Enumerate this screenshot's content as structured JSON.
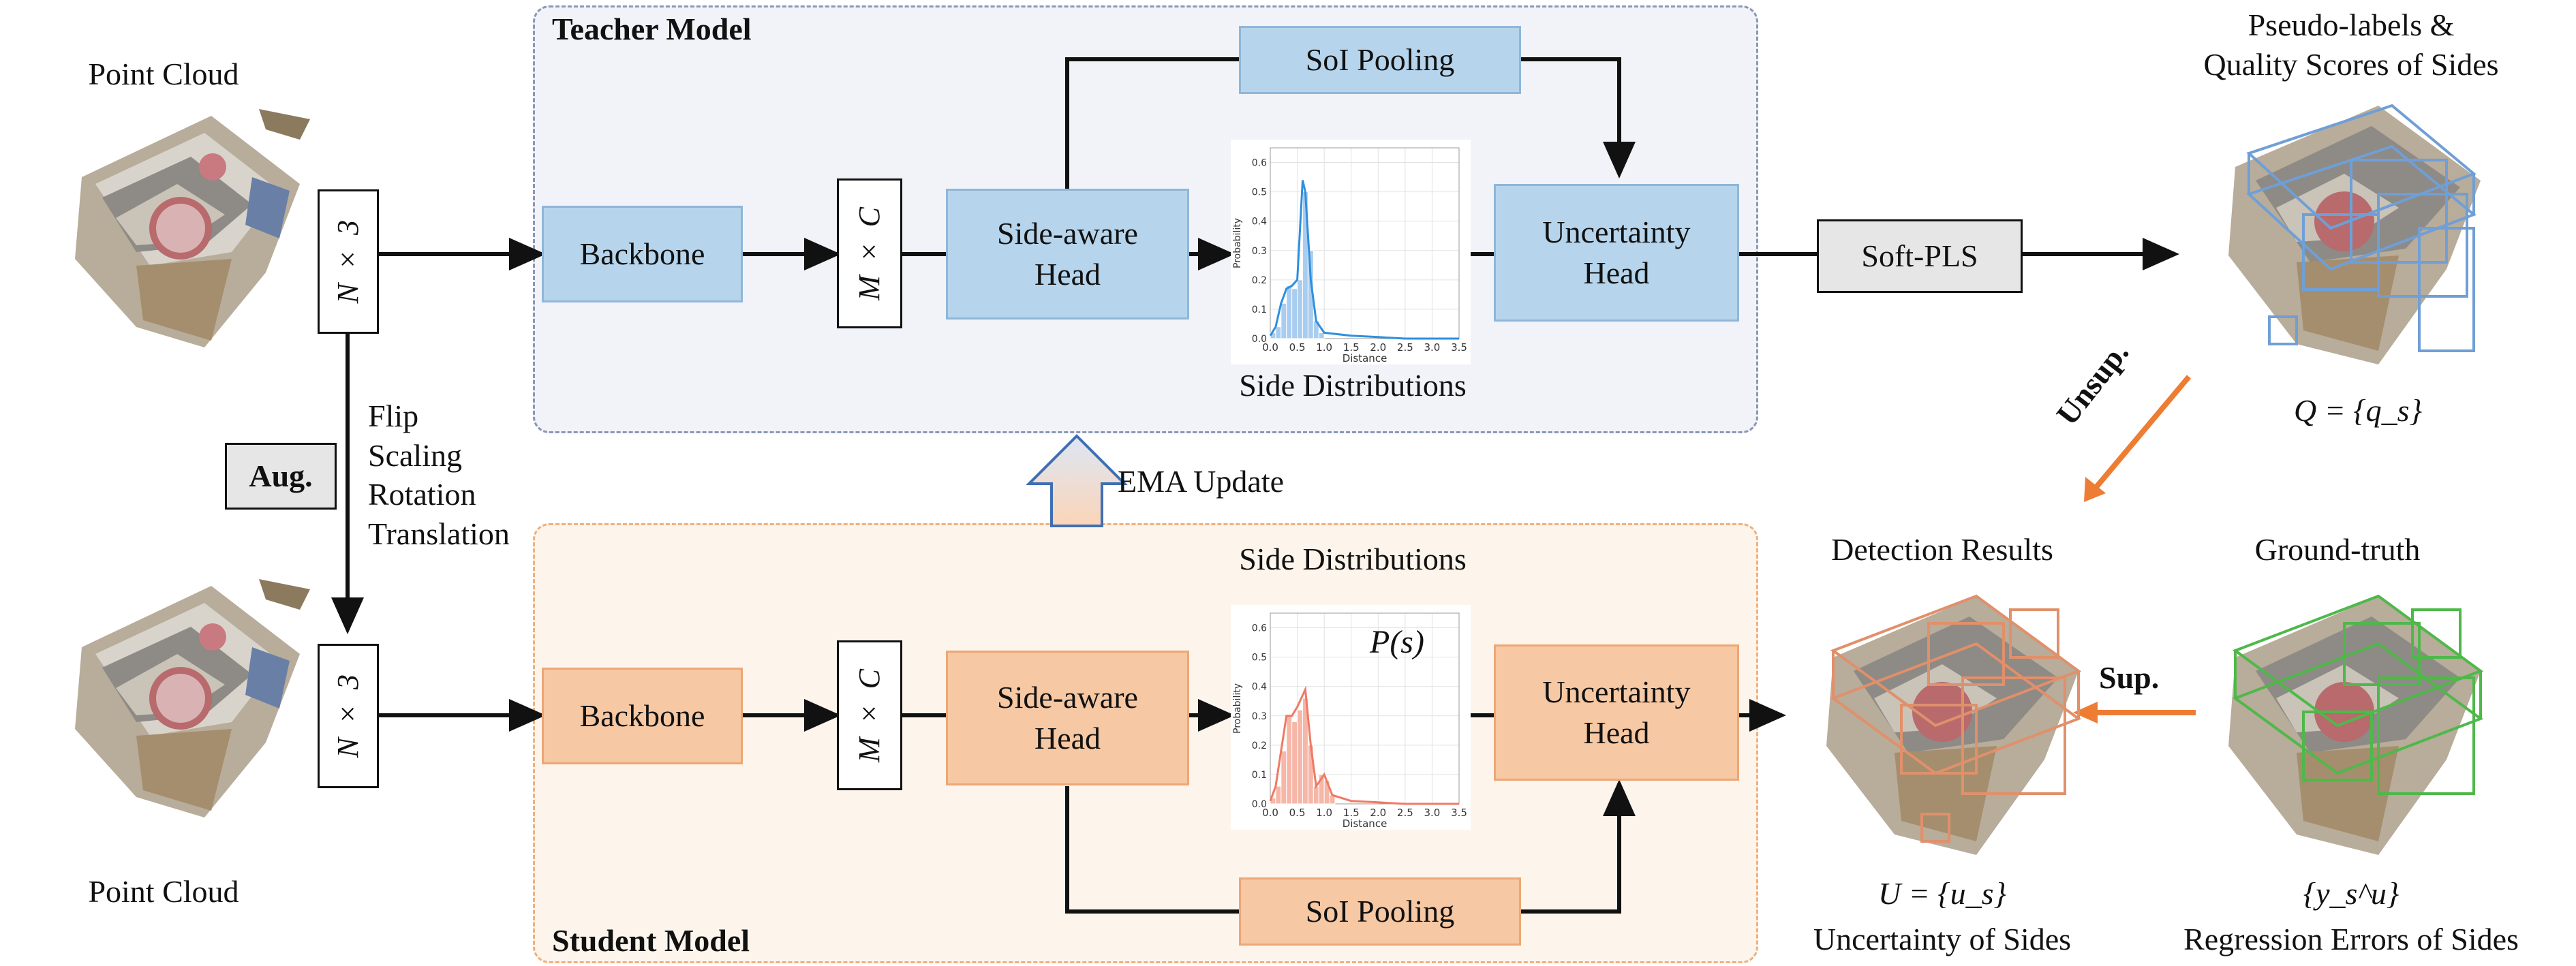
{
  "teacher": {
    "title": "Teacher Model",
    "soi_pooling": "SoI Pooling",
    "backbone": "Backbone",
    "feature_dim": "M × C",
    "head_line1": "Side-aware",
    "head_line2": "Head",
    "uncertainty_line1": "Uncertainty",
    "uncertainty_line2": "Head",
    "distribution_label": "Side Distributions"
  },
  "student": {
    "title": "Student Model",
    "soi_pooling": "SoI Pooling",
    "backbone": "Backbone",
    "feature_dim": "M × C",
    "head_line1": "Side-aware",
    "head_line2": "Head",
    "uncertainty_line1": "Uncertainty",
    "uncertainty_line2": "Head",
    "distribution_label": "Side Distributions",
    "ps_label": "P(s)"
  },
  "inputs": {
    "point_cloud_top": "Point Cloud",
    "point_cloud_bottom": "Point Cloud",
    "input_dim_top": "N × 3",
    "input_dim_bottom": "N × 3",
    "aug_label": "Aug.",
    "aug_ops": [
      "Flip",
      "Scaling",
      "Rotation",
      "Translation"
    ]
  },
  "ema_update": "EMA Update",
  "soft_pls": "Soft-PLS",
  "outputs": {
    "pseudo_title_line1": "Pseudo-labels &",
    "pseudo_title_line2": "Quality Scores of Sides",
    "quality_formula": "Q = {q_s}",
    "unsup": "Unsup.",
    "detection_title": "Detection Results",
    "uncertainty_formula": "U = {u_s}",
    "uncertainty_caption": "Uncertainty of Sides",
    "gt_title": "Ground-truth",
    "sup": "Sup.",
    "gt_formula": "{y_s^u}",
    "gt_caption": "Regression Errors of Sides"
  },
  "plot": {
    "y_axis_title": "Probability",
    "x_axis_title": "Distance",
    "y_ticks": [
      "0.0",
      "0.1",
      "0.2",
      "0.3",
      "0.4",
      "0.5",
      "0.6"
    ],
    "x_ticks": [
      "0.0",
      "0.5",
      "1.0",
      "1.5",
      "2.0",
      "2.5",
      "3.0",
      "3.5"
    ]
  },
  "colors": {
    "teacher_fill": "#b6d5ec",
    "student_fill": "#f6c8a3",
    "arrow_orange": "#ee7d34",
    "teacher_curve": "#2f8fde",
    "student_curve": "#ef7a64"
  }
}
